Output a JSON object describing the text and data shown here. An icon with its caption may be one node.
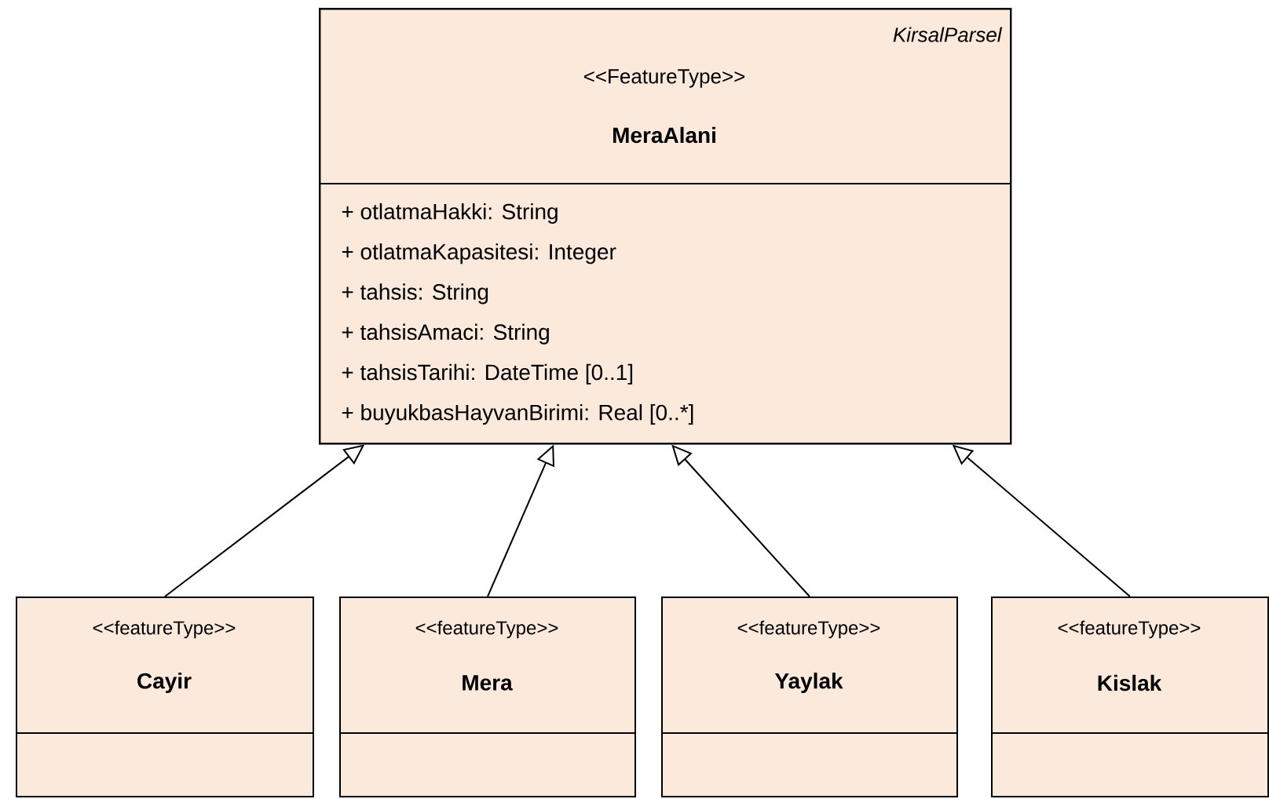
{
  "diagram": {
    "nodes": [
      {
        "text": [
          "KirsalParsel",
          "<<FeatureType>>",
          "MeraAlani",
          "+ otlatmaHakki: String",
          "+ otlatmaKapasitesi: Integer",
          "+ tahsis: String",
          "+ tahsisAmaci: String",
          "+ tahsisTarihi: DateTime [0..1]",
          "+ buyukbasHayvanBirimi: Real [0..*]"
        ]
      },
      {
        "text": [
          "<<featureType>>",
          "Cayir"
        ]
      },
      {
        "text": [
          "<<featureType>>",
          "Mera"
        ]
      },
      {
        "text": [
          "<<featureType>>",
          "Yaylak"
        ]
      },
      {
        "text": [
          "<<featureType>>",
          "Kislak"
        ]
      }
    ],
    "edges": [
      {
        "from": 1,
        "to": 0,
        "arrow": "to"
      },
      {
        "from": 2,
        "to": 0,
        "arrow": "to"
      },
      {
        "from": 3,
        "to": 0,
        "arrow": "to"
      },
      {
        "from": 4,
        "to": 0,
        "arrow": "to"
      }
    ]
  }
}
